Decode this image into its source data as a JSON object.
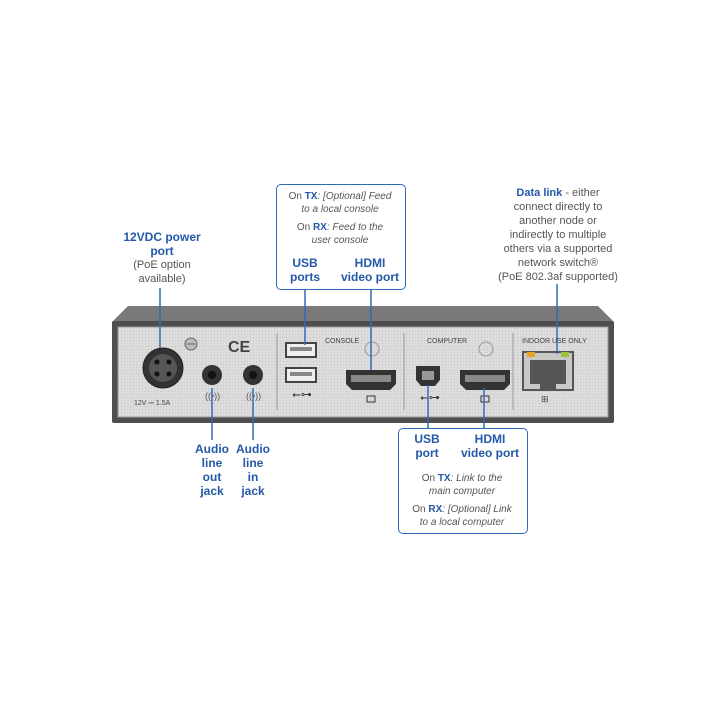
{
  "power": {
    "title_line1": "12VDC power",
    "title_line2": "port",
    "note_line1": "(PoE option",
    "note_line2": "available)"
  },
  "audio_out": {
    "lines": [
      "Audio",
      "line",
      "out",
      "jack"
    ]
  },
  "audio_in": {
    "lines": [
      "Audio",
      "line",
      "in",
      "jack"
    ]
  },
  "console_box": {
    "tx_prefix": "On",
    "tx_label": "TX",
    "tx_text1": ": [Optional] Feed",
    "tx_text2": "to a local console",
    "rx_prefix": "On",
    "rx_label": "RX",
    "rx_text1": ": Feed to the",
    "rx_text2": "user console",
    "usb_line1": "USB",
    "usb_line2": "ports",
    "hdmi_line1": "HDMI",
    "hdmi_line2": "video port"
  },
  "computer_box": {
    "usb_line1": "USB",
    "usb_line2": "port",
    "hdmi_line1": "HDMI",
    "hdmi_line2": "video port",
    "tx_prefix": "On",
    "tx_label": "TX",
    "tx_text1": ": Link to the",
    "tx_text2": "main computer",
    "rx_prefix": "On",
    "rx_label": "RX",
    "rx_text1": ": [Optional] Link",
    "rx_text2": "to a local computer"
  },
  "datalink": {
    "title": "Data link",
    "text": [
      " - either",
      "connect directly to",
      "another node or",
      "indirectly to multiple",
      "others via a supported",
      "network switch®",
      "(PoE 802.3af supported)"
    ]
  },
  "panel": {
    "console": "CONSOLE",
    "computer": "COMPUTER",
    "indoor": "INDOOR USE ONLY",
    "rating": "12V ⎓ 1.5A",
    "ce": "CE"
  },
  "colors": {
    "accent": "#2458a8",
    "chassis": "#5a5a5a",
    "panel": "#d9d9d9"
  }
}
